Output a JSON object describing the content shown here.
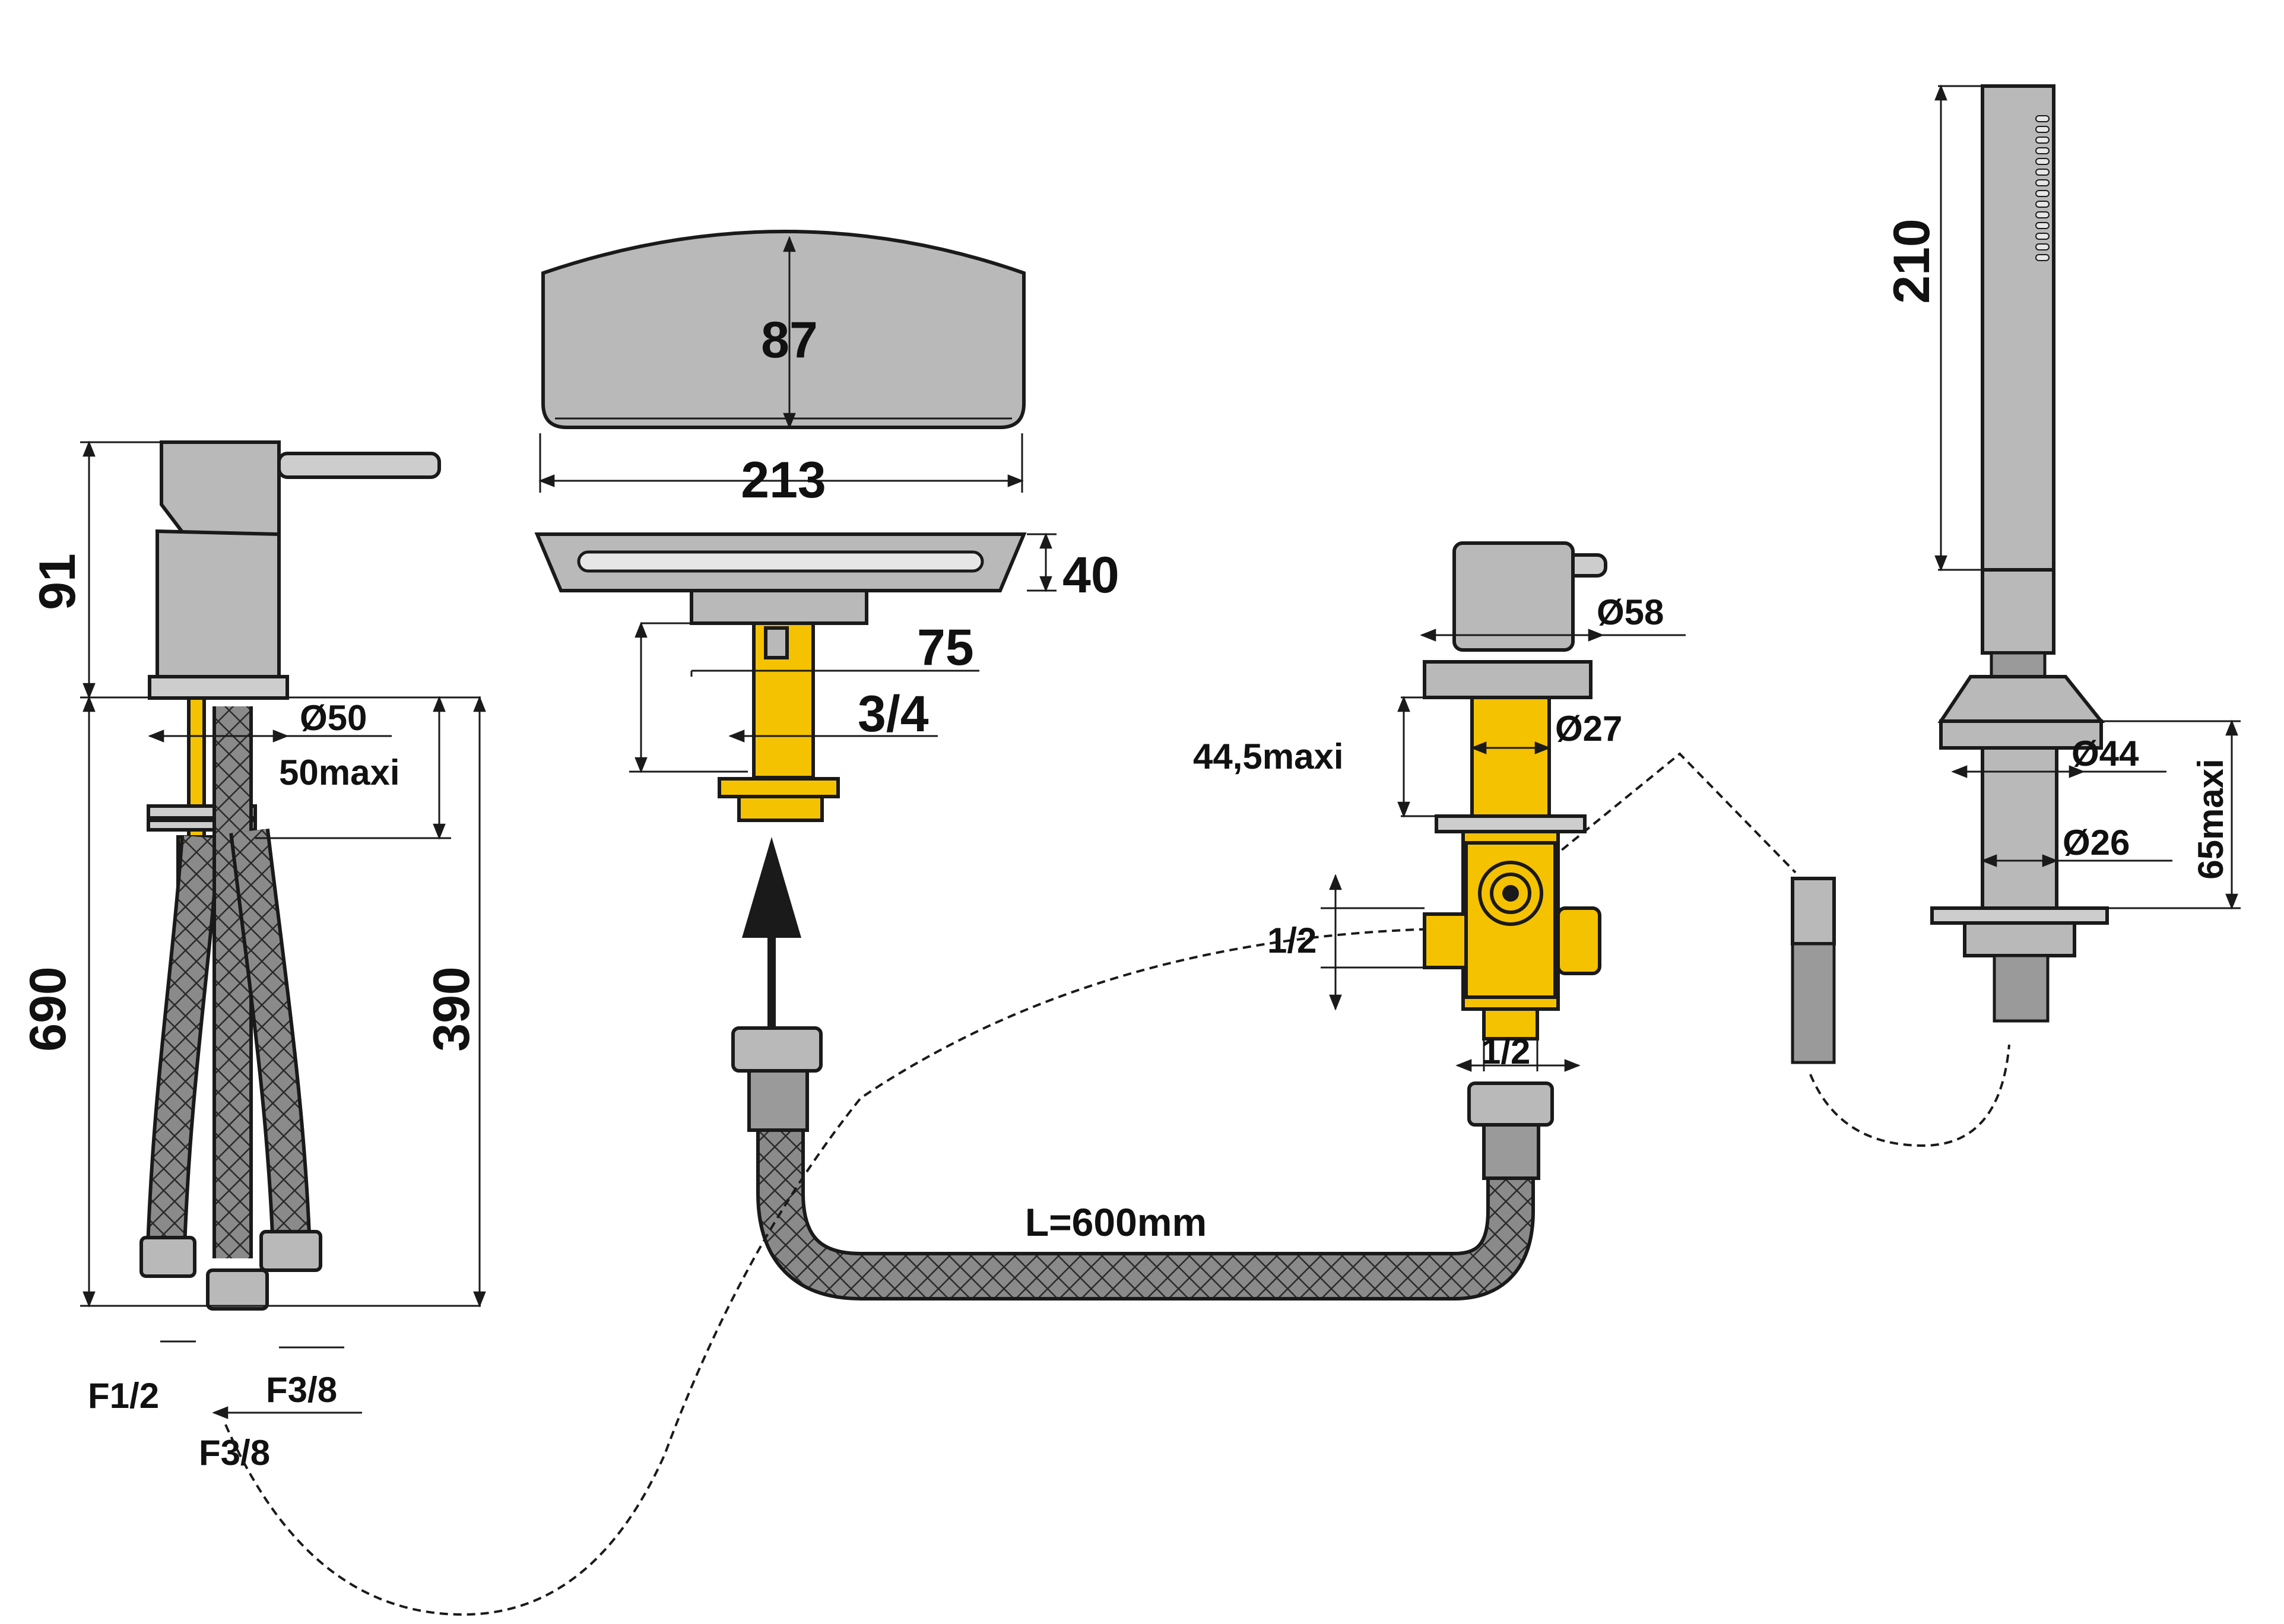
{
  "colors": {
    "chrome": "#b9b9b9",
    "brass": "#f5c200",
    "hose": "#8a8a8a",
    "outline": "#1a1a1a"
  },
  "mixer": {
    "height_upper": "91",
    "height_total": "690",
    "depth_hoses": "390",
    "base_diameter": "Ø50",
    "deck_thickness": "50maxi",
    "outlet_hot": "F1/2",
    "outlet_mid": "F3/8",
    "outlet_right": "F3/8"
  },
  "spout": {
    "depth": "87",
    "width": "213",
    "height": "40",
    "shank_length": "75",
    "thread": "3/4"
  },
  "diverter": {
    "cap_diameter": "Ø58",
    "body_diameter": "Ø27",
    "deck_thickness": "44,5maxi",
    "inlet_side": "1/2",
    "inlet_bottom": "1/2"
  },
  "hose": {
    "length": "L=600mm"
  },
  "hand_shower": {
    "length": "210",
    "holder_diameter": "Ø44",
    "shank_diameter": "Ø26",
    "deck_thickness": "65maxi"
  }
}
